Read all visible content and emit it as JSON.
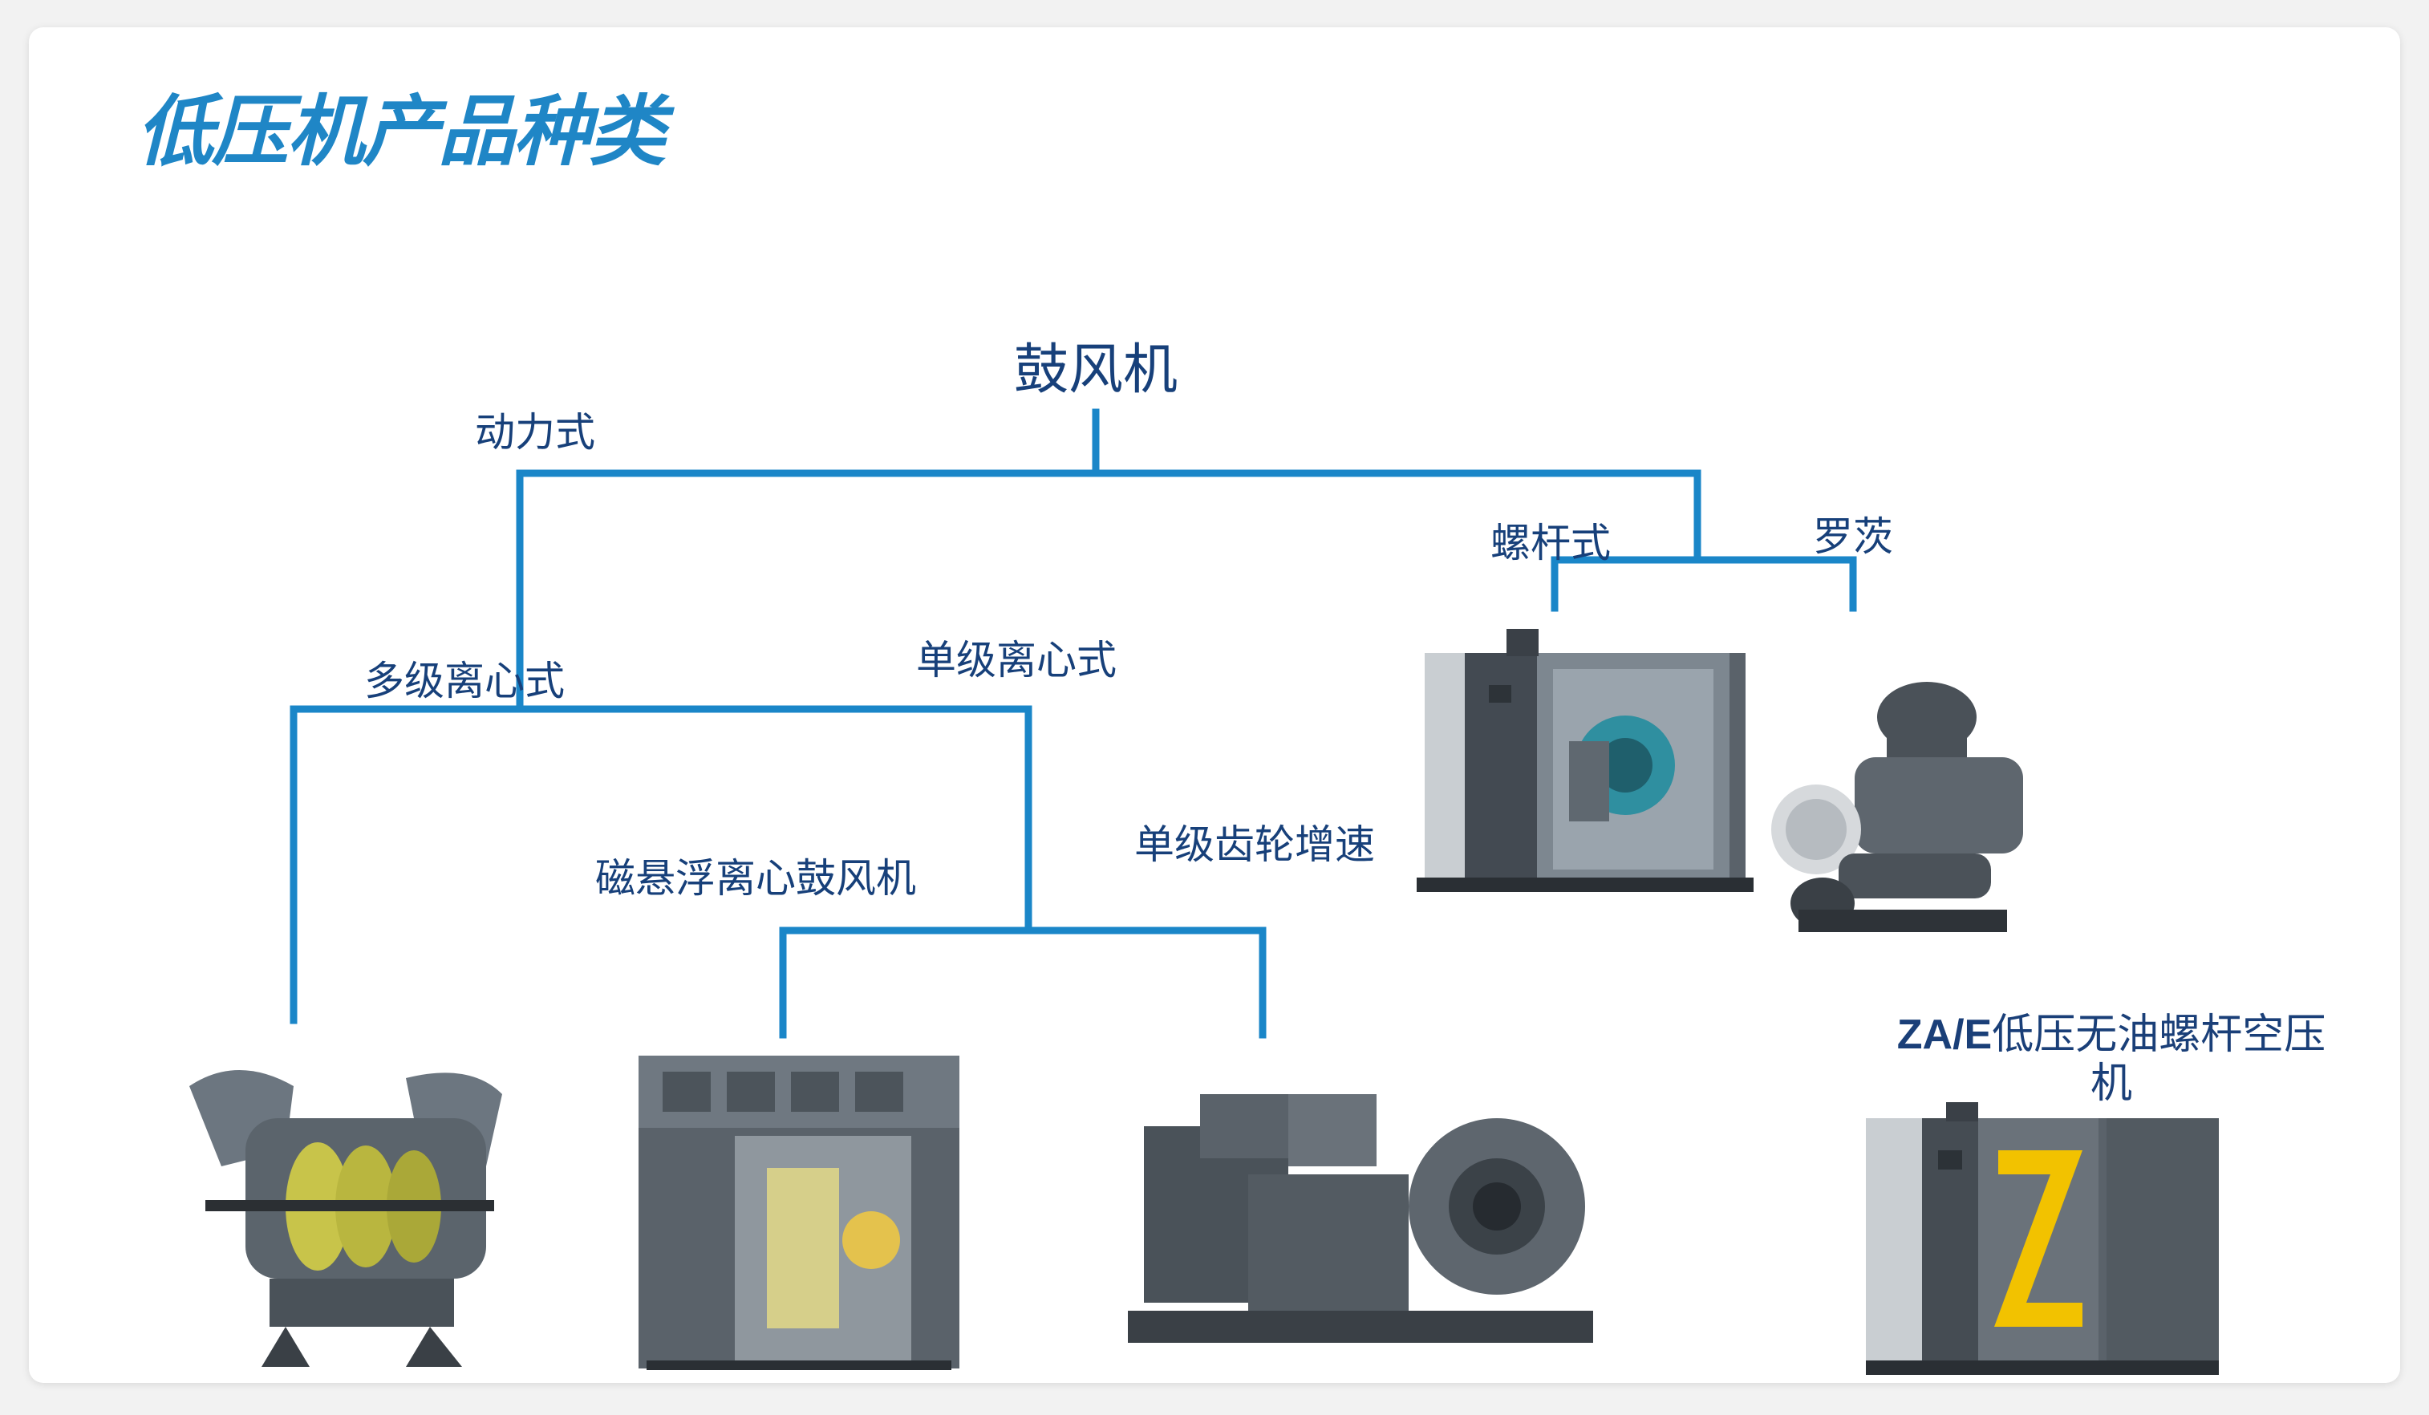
{
  "title": "低压机产品种类",
  "tree": {
    "root": "鼓风机",
    "dynamic": "动力式",
    "screw": "螺杆式",
    "roots": "罗茨",
    "multistage": "多级离心式",
    "singlestage": "单级离心式",
    "maglev": "磁悬浮离心鼓风机",
    "gear": "单级齿轮增速"
  },
  "product": {
    "brand": "ZA/E",
    "line1_rest": "低压无油螺杆空压",
    "line2": "机"
  },
  "colors": {
    "title": "#1f86c6",
    "line": "#1a86c8",
    "label": "#17407a",
    "machine_dark": "#4c545c",
    "machine_mid": "#6c7680",
    "accent_yellow": "#f2c200"
  }
}
